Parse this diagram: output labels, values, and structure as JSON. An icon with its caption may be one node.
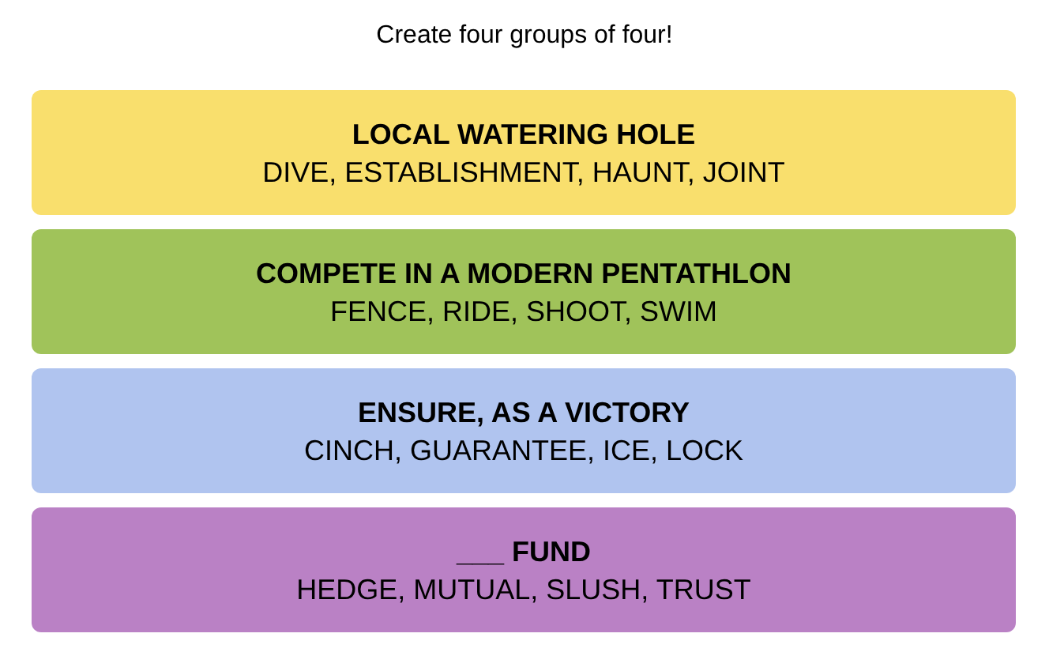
{
  "diagram": {
    "title": "Create four groups of four!",
    "nodes": [
      {
        "text": [
          "LOCAL WATERING HOLE",
          "DIVE, ESTABLISHMENT, HAUNT, JOINT"
        ]
      },
      {
        "text": [
          "COMPETE IN A MODERN PENTATHLON",
          "FENCE, RIDE, SHOOT, SWIM"
        ]
      },
      {
        "text": [
          "ENSURE, AS A VICTORY",
          "CINCH, GUARANTEE, ICE, LOCK"
        ]
      },
      {
        "text": [
          "___ FUND",
          "HEDGE, MUTUAL, SLUSH, TRUST"
        ]
      }
    ]
  }
}
